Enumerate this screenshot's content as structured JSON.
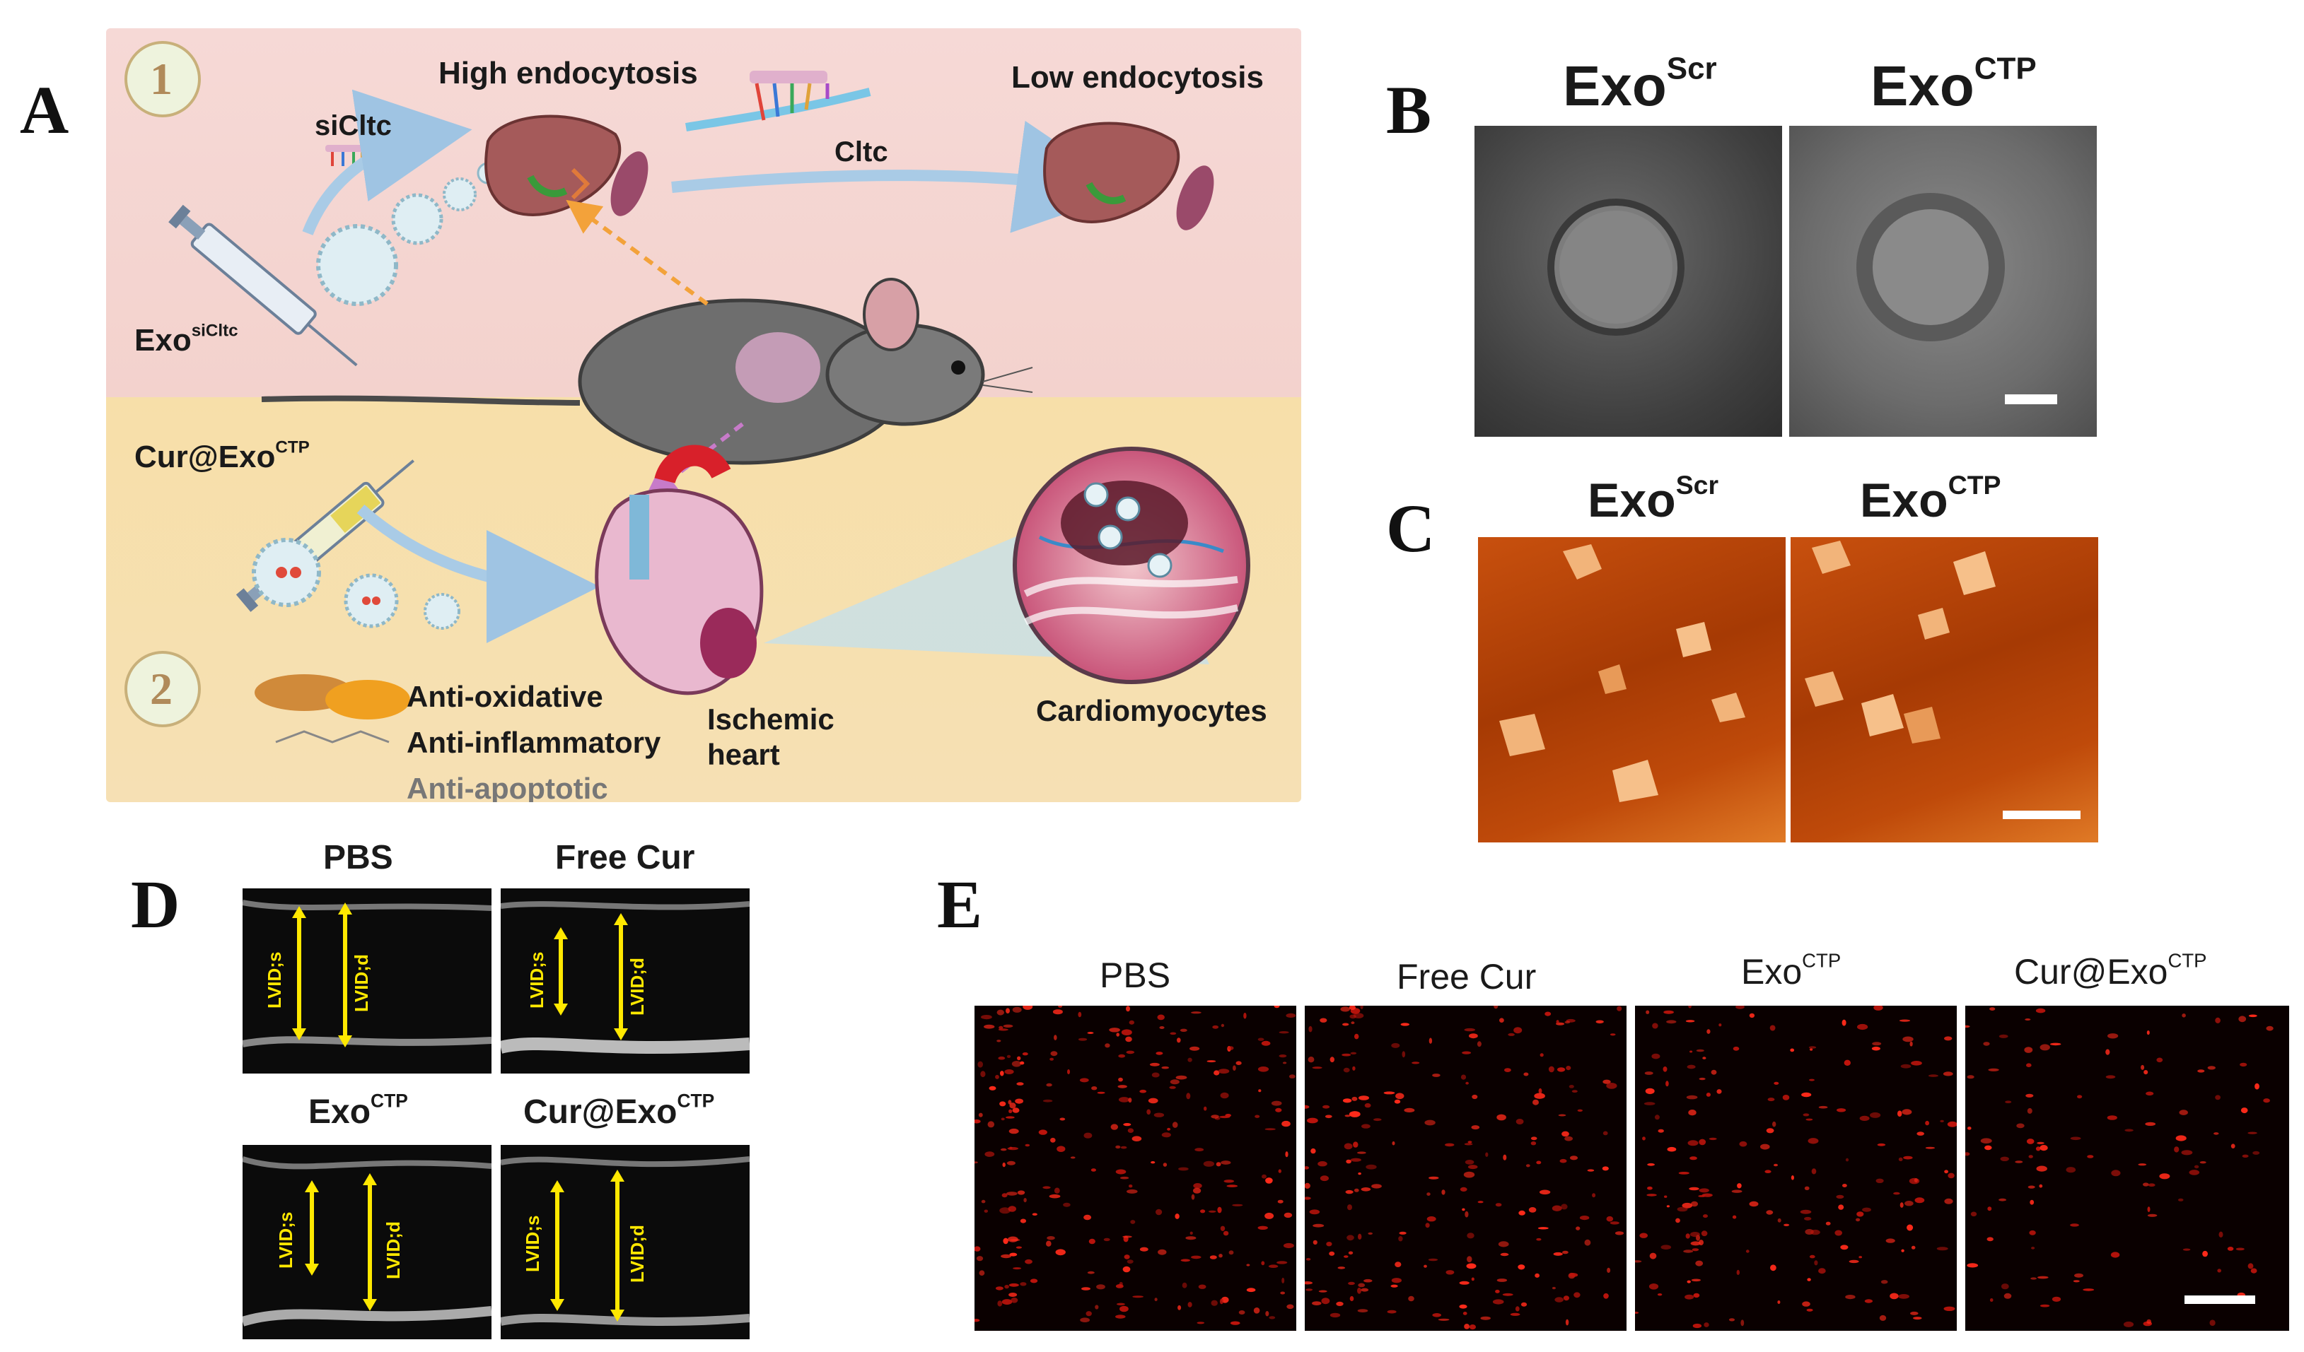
{
  "panel_letters": {
    "a": "A",
    "b": "B",
    "c": "C",
    "d": "D",
    "e": "E"
  },
  "panelA": {
    "step1_badge": "1",
    "step2_badge": "2",
    "high_endocytosis": "High endocytosis",
    "low_endocytosis": "Low endocytosis",
    "sicltc": "siCltc",
    "cltc": "Cltc",
    "exo_sicltc_base": "Exo",
    "exo_sicltc_sup": "siCltc",
    "cur_exo_base": "Cur@Exo",
    "cur_exo_sup": "CTP",
    "anti_oxidative": "Anti-oxidative",
    "anti_inflammatory": "Anti-inflammatory",
    "anti_apoptotic": "Anti-apoptotic",
    "ischemic_heart_line1": "Ischemic",
    "ischemic_heart_line2": "heart",
    "cardiomyocytes": "Cardiomyocytes"
  },
  "panelB": {
    "left_base": "Exo",
    "left_sup": "Scr",
    "right_base": "Exo",
    "right_sup": "CTP"
  },
  "panelC": {
    "left_base": "Exo",
    "left_sup": "Scr",
    "right_base": "Exo",
    "right_sup": "CTP"
  },
  "panelD": {
    "pbs": "PBS",
    "free_cur": "Free Cur",
    "exo_base": "Exo",
    "exo_sup": "CTP",
    "cur_exo_base": "Cur@Exo",
    "cur_exo_sup": "CTP",
    "lvid_s": "LVID;s",
    "lvid_d": "LVID;d"
  },
  "panelE": {
    "pbs": "PBS",
    "free_cur": "Free Cur",
    "exo_base": "Exo",
    "exo_sup": "CTP",
    "cur_exo_base": "Cur@Exo",
    "cur_exo_sup": "CTP"
  },
  "colors": {
    "top_band": "#f6d9d6",
    "bottom_band": "#f7dfa9",
    "arrow_blue": "#a9cbe6",
    "dashed_orange": "#f3a23a",
    "dashed_purple": "#c77bc9",
    "echo_arrow_yellow": "#ffe800",
    "fluorescence_red": "#ff2a1a"
  }
}
